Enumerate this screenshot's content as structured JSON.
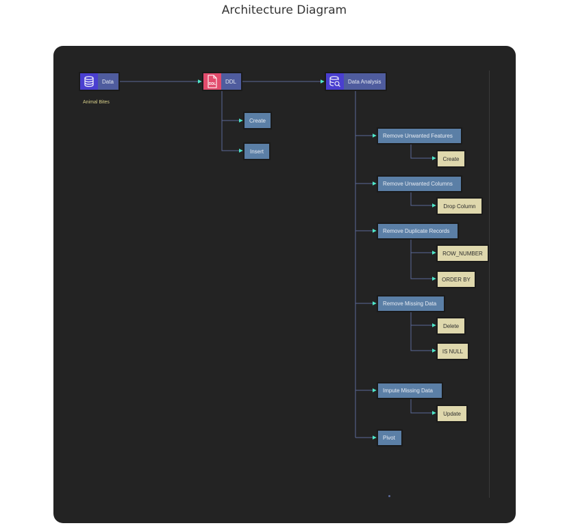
{
  "page": {
    "title": "Architecture Diagram"
  },
  "nodes": {
    "data": {
      "label": "Data",
      "icon": "database-icon",
      "caption": "Animal Bites"
    },
    "ddl": {
      "label": "DDL",
      "icon": "ddl-file-icon",
      "icon_text": "DDL"
    },
    "data_analysis": {
      "label": "Data Analysis",
      "icon": "database-search-icon"
    },
    "ddl_create": {
      "label": "Create"
    },
    "ddl_insert": {
      "label": "Insert"
    },
    "remove_unwanted_features": {
      "label": "Remove Unwanted Features"
    },
    "features_create": {
      "label": "Create"
    },
    "remove_unwanted_columns": {
      "label": "Remove Unwanted Columns"
    },
    "drop_column": {
      "label": "Drop Column"
    },
    "remove_duplicate_records": {
      "label": "Remove Duplicate Records"
    },
    "row_number": {
      "label": "ROW_NUMBER"
    },
    "order_by": {
      "label": "ORDER BY"
    },
    "remove_missing_data": {
      "label": "Remove Missing Data"
    },
    "delete": {
      "label": "Delete"
    },
    "is_null": {
      "label": "IS NULL"
    },
    "impute_missing_data": {
      "label": "Impute Missing Data"
    },
    "update": {
      "label": "Update"
    },
    "pivot": {
      "label": "Pivot"
    }
  },
  "colors": {
    "canvas": "#232323",
    "step_node": "#5b7fa6",
    "leaf_node": "#dfd8ad",
    "icon_node": "#4f5c9e",
    "edge": "#5b6a9a",
    "arrow": "#4ee6c8",
    "caption": "#d9d08a"
  }
}
